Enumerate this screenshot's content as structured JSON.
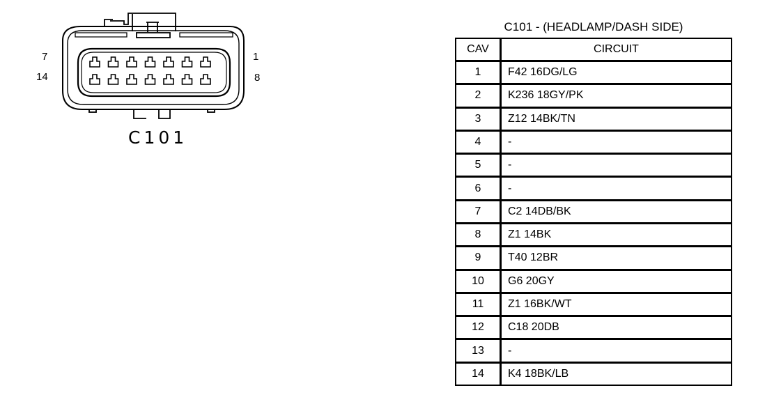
{
  "connector": {
    "name": "C101",
    "pin_labels": {
      "top_left": "7",
      "bottom_left": "14",
      "top_right": "1",
      "bottom_right": "8"
    },
    "cavity_count": 14
  },
  "table": {
    "title": "C101 - (HEADLAMP/DASH SIDE)",
    "headers": {
      "cav": "CAV",
      "circuit": "CIRCUIT"
    },
    "rows": [
      {
        "cav": "1",
        "circuit": "F42 16DG/LG"
      },
      {
        "cav": "2",
        "circuit": "K236 18GY/PK"
      },
      {
        "cav": "3",
        "circuit": "Z12 14BK/TN"
      },
      {
        "cav": "4",
        "circuit": "-"
      },
      {
        "cav": "5",
        "circuit": "-"
      },
      {
        "cav": "6",
        "circuit": "-"
      },
      {
        "cav": "7",
        "circuit": "C2 14DB/BK"
      },
      {
        "cav": "8",
        "circuit": "Z1 14BK"
      },
      {
        "cav": "9",
        "circuit": "T40 12BR"
      },
      {
        "cav": "10",
        "circuit": "G6 20GY"
      },
      {
        "cav": "11",
        "circuit": "Z1 16BK/WT"
      },
      {
        "cav": "12",
        "circuit": "C18 20DB"
      },
      {
        "cav": "13",
        "circuit": "-"
      },
      {
        "cav": "14",
        "circuit": "K4 18BK/LB"
      }
    ]
  }
}
